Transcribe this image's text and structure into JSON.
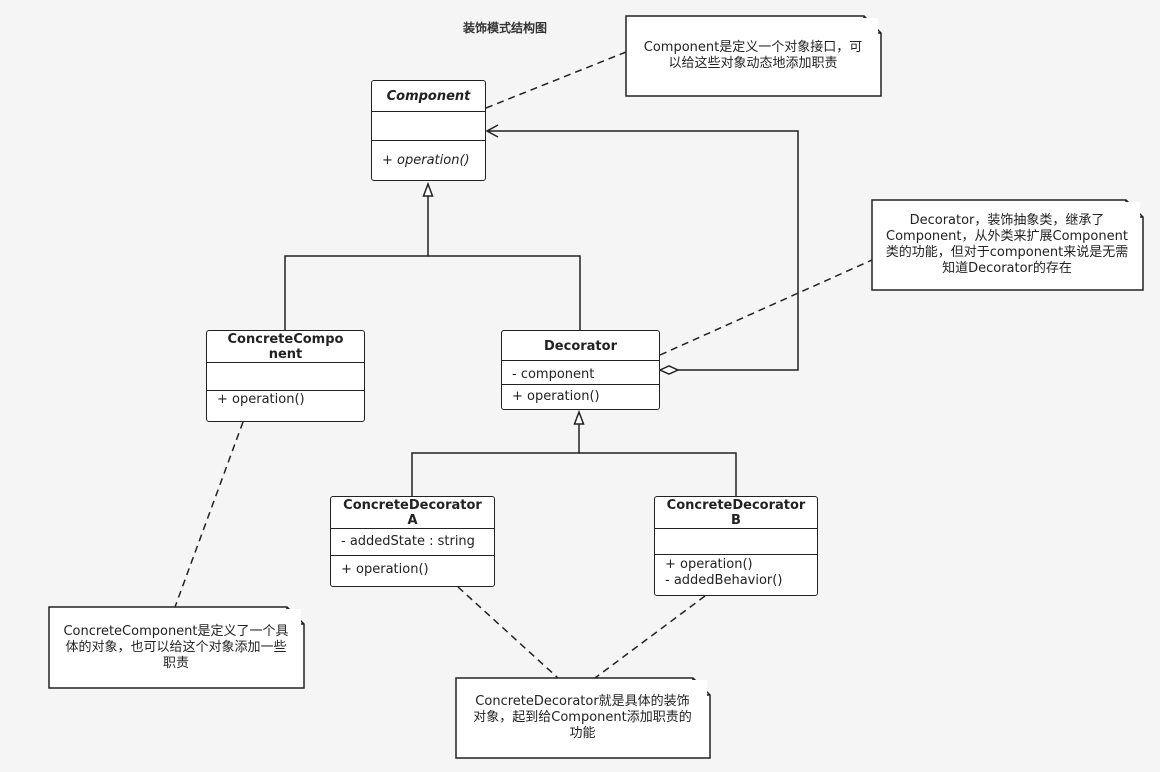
{
  "title": "装饰模式结构图",
  "classes": {
    "component": {
      "name": "Component",
      "attributes": [],
      "operations": [
        "+ operation()"
      ]
    },
    "concrete_component": {
      "name": "ConcreteComponent",
      "attributes": [],
      "operations": [
        "+ operation()"
      ]
    },
    "decorator": {
      "name": "Decorator",
      "attributes": [
        "- component"
      ],
      "operations": [
        "+ operation()"
      ]
    },
    "concrete_decorator_a": {
      "name": "ConcreteDecoratorA",
      "attributes": [
        "- addedState : string"
      ],
      "operations": [
        "+ operation()"
      ]
    },
    "concrete_decorator_b": {
      "name": "ConcreteDecoratorB",
      "attributes": [],
      "operations": [
        "+ operation()",
        "- addedBehavior()"
      ]
    }
  },
  "notes": {
    "component_note": "Component是定义一个对象接口，可以给这些对象动态地添加职责",
    "decorator_note": "Decorator，装饰抽象类，继承了Component，从外类来扩展Component类的功能，但对于component来说是无需知道Decorator的存在",
    "concrete_component_note": "ConcreteComponent是定义了一个具体的对象，也可以给这个对象添加一些职责",
    "concrete_decorator_note": "ConcreteDecorator就是具体的装饰对象，起到给Component添加职责的功能"
  },
  "colors": {
    "background": "#f5f5f5",
    "box_fill": "#ffffff",
    "stroke": "#222222"
  }
}
